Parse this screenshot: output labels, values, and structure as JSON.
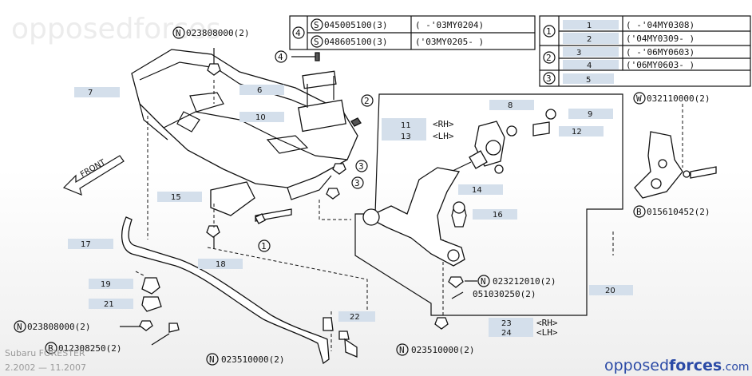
{
  "watermark": "opposedforces",
  "brand": {
    "prefix": "opposed",
    "suffix": "forces",
    "domain": ".com"
  },
  "credit": {
    "line1": "Subaru FORESTER",
    "line2": "2.2002 — 11.2007"
  },
  "colors": {
    "callout_bg": "#d4dfeb",
    "brand_blue": "#2b4aa6",
    "line": "#111111"
  },
  "table_s": {
    "group": "4",
    "rows": [
      {
        "code": "045005100(3)",
        "range": "(    -'03MY0204)"
      },
      {
        "code": "048605100(3)",
        "range": "('03MY0205-     )"
      }
    ]
  },
  "table_nums": {
    "rows": [
      {
        "group": "1",
        "label": "1",
        "range": "(    -'04MY0308)"
      },
      {
        "group": "",
        "label": "2",
        "range": "('04MY0309-     )"
      },
      {
        "group": "2",
        "label": "3",
        "range": "(    -'06MY0603)"
      },
      {
        "group": "",
        "label": "4",
        "range": "('06MY0603-     )"
      },
      {
        "group": "3",
        "label": "5",
        "range": ""
      }
    ]
  },
  "callouts": {
    "c6": "6",
    "c7": "7",
    "c8": "8",
    "c9": "9",
    "c10": "10",
    "c11": "11",
    "c13": "13",
    "c12": "12",
    "c14": "14",
    "c15": "15",
    "c16": "16",
    "c17": "17",
    "c18": "18",
    "c19": "19",
    "c20": "20",
    "c21": "21",
    "c22": "22",
    "c23": "23",
    "c24": "24"
  },
  "side_labels": {
    "rh": "<RH>",
    "lh": "<LH>"
  },
  "front_label": "FRONT",
  "parts": {
    "n_top": "023808000(2)",
    "w_right": "032110000(2)",
    "b_right": "015610452(2)",
    "n_mid": "023212010(2)",
    "mid_plain": "051030250(2)",
    "n_left": "023808000(2)",
    "b_left": "012308250(2)",
    "n_bottom1": "023510000(2)",
    "n_bottom2": "023510000(2)"
  },
  "circle_labels": {
    "n": "N",
    "s": "S",
    "w": "W",
    "b": "B",
    "one": "1",
    "two": "2",
    "three": "3",
    "four": "4"
  }
}
